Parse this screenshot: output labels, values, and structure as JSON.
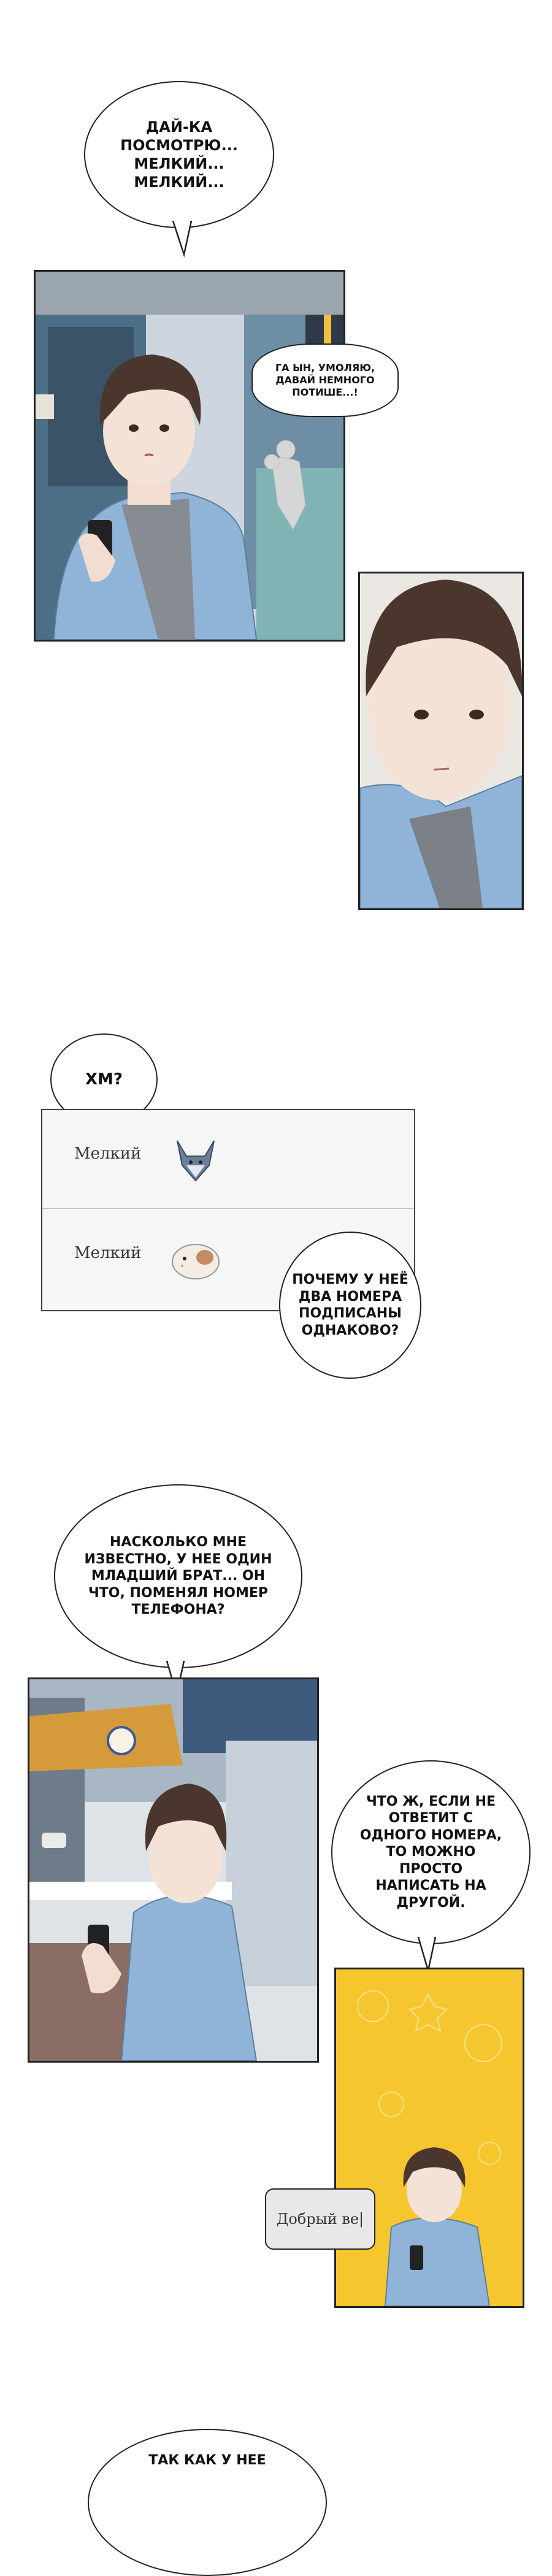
{
  "bubbles": {
    "b1": "ДАЙ-КА ПОСМОТРЮ... МЕЛКИЙ... МЕЛКИЙ...",
    "b2": "ГА ЫН, УМОЛЯЮ, ДАВАЙ НЕМНОГО ПОТИШЕ...!",
    "b3": "ХМ?",
    "b4": "ПОЧЕМУ У НЕЁ ДВА НОМЕРА ПОДПИСАНЫ ОДНАКОВО?",
    "b5": "НАСКОЛЬКО МНЕ ИЗВЕСТНО, У НЕЕ ОДИН МЛАДШИЙ БРАТ... ОН ЧТО, ПОМЕНЯЛ НОМЕР ТЕЛЕФОНА?",
    "b6": "ЧТО Ж, ЕСЛИ НЕ ОТВЕТИТ С ОДНОГО НОМЕРА, ТО МОЖНО ПРОСТО НАПИСАТЬ НА ДРУГОЙ.",
    "b7": "ТАК КАК У НЕЕ"
  },
  "contacts": [
    {
      "name": "Мелкий",
      "icon": "fox-icon"
    },
    {
      "name": "Мелкий",
      "icon": "hamster-icon"
    }
  ],
  "sms_text": "Добрый ве|",
  "colors": {
    "panel_border": "#222222",
    "yellow_bg": "#f6c62e",
    "shirt_blue": "#8fb4d8",
    "hair_brown": "#4a362c"
  }
}
